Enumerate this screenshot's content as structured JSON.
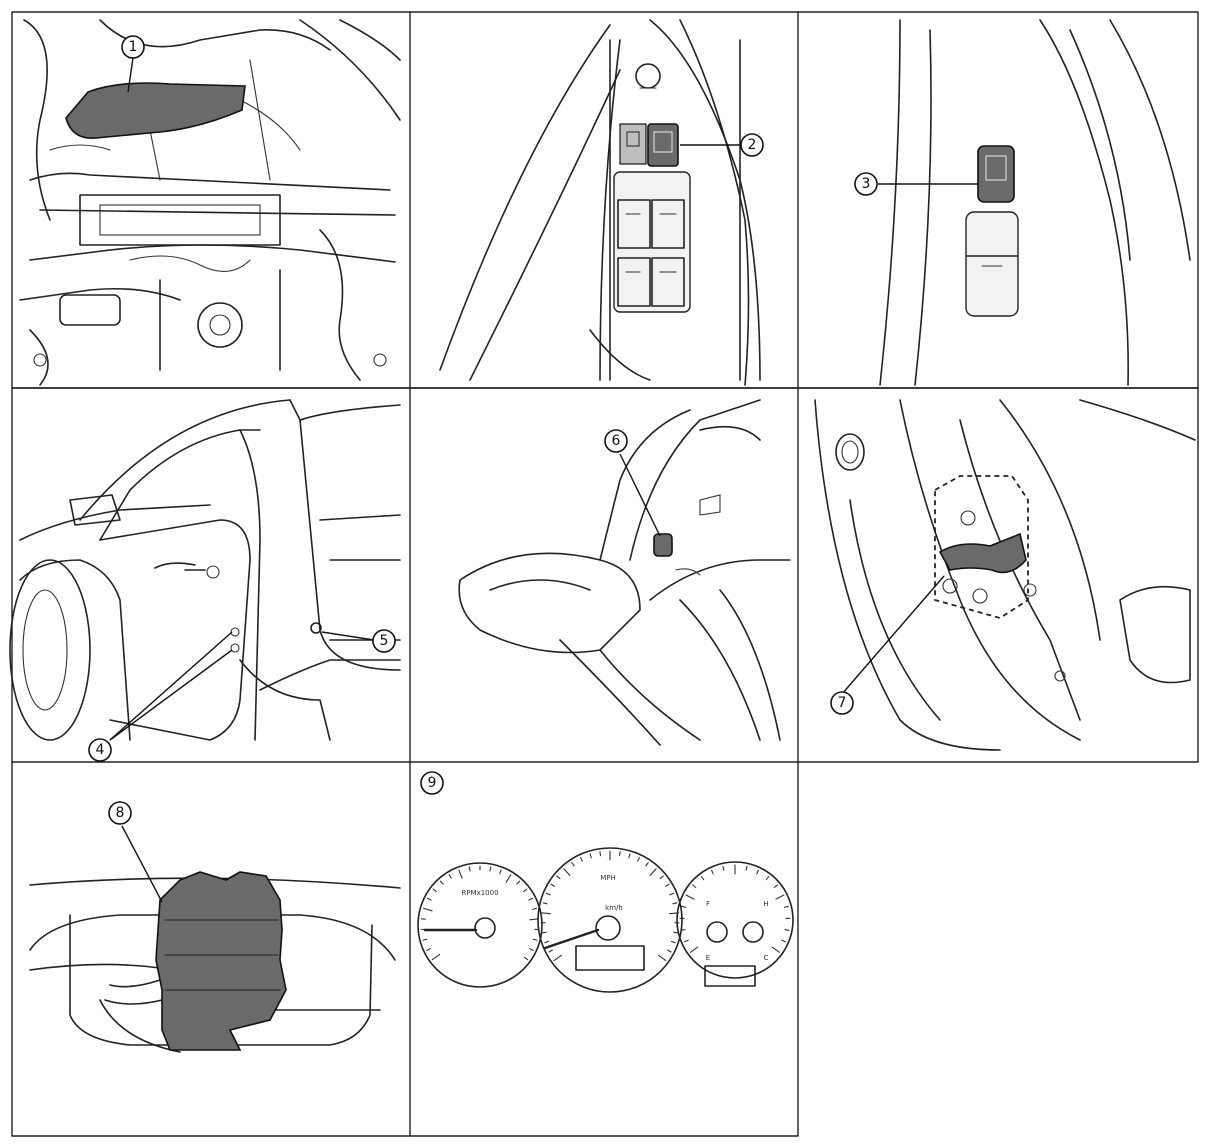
{
  "callouts": [
    {
      "id": "1",
      "label": "1"
    },
    {
      "id": "2",
      "label": "2"
    },
    {
      "id": "3",
      "label": "3"
    },
    {
      "id": "4",
      "label": "4"
    },
    {
      "id": "5",
      "label": "5"
    },
    {
      "id": "6",
      "label": "6"
    },
    {
      "id": "7",
      "label": "7"
    },
    {
      "id": "8",
      "label": "8"
    },
    {
      "id": "9",
      "label": "9"
    }
  ],
  "gauges": {
    "tachometer_label": "RPMx1000",
    "speedometer_label": "MPH",
    "speedometer_sublabel": "km/h",
    "fuel_full": "F",
    "fuel_empty": "E",
    "temp_hot": "H",
    "temp_cold": "C"
  }
}
